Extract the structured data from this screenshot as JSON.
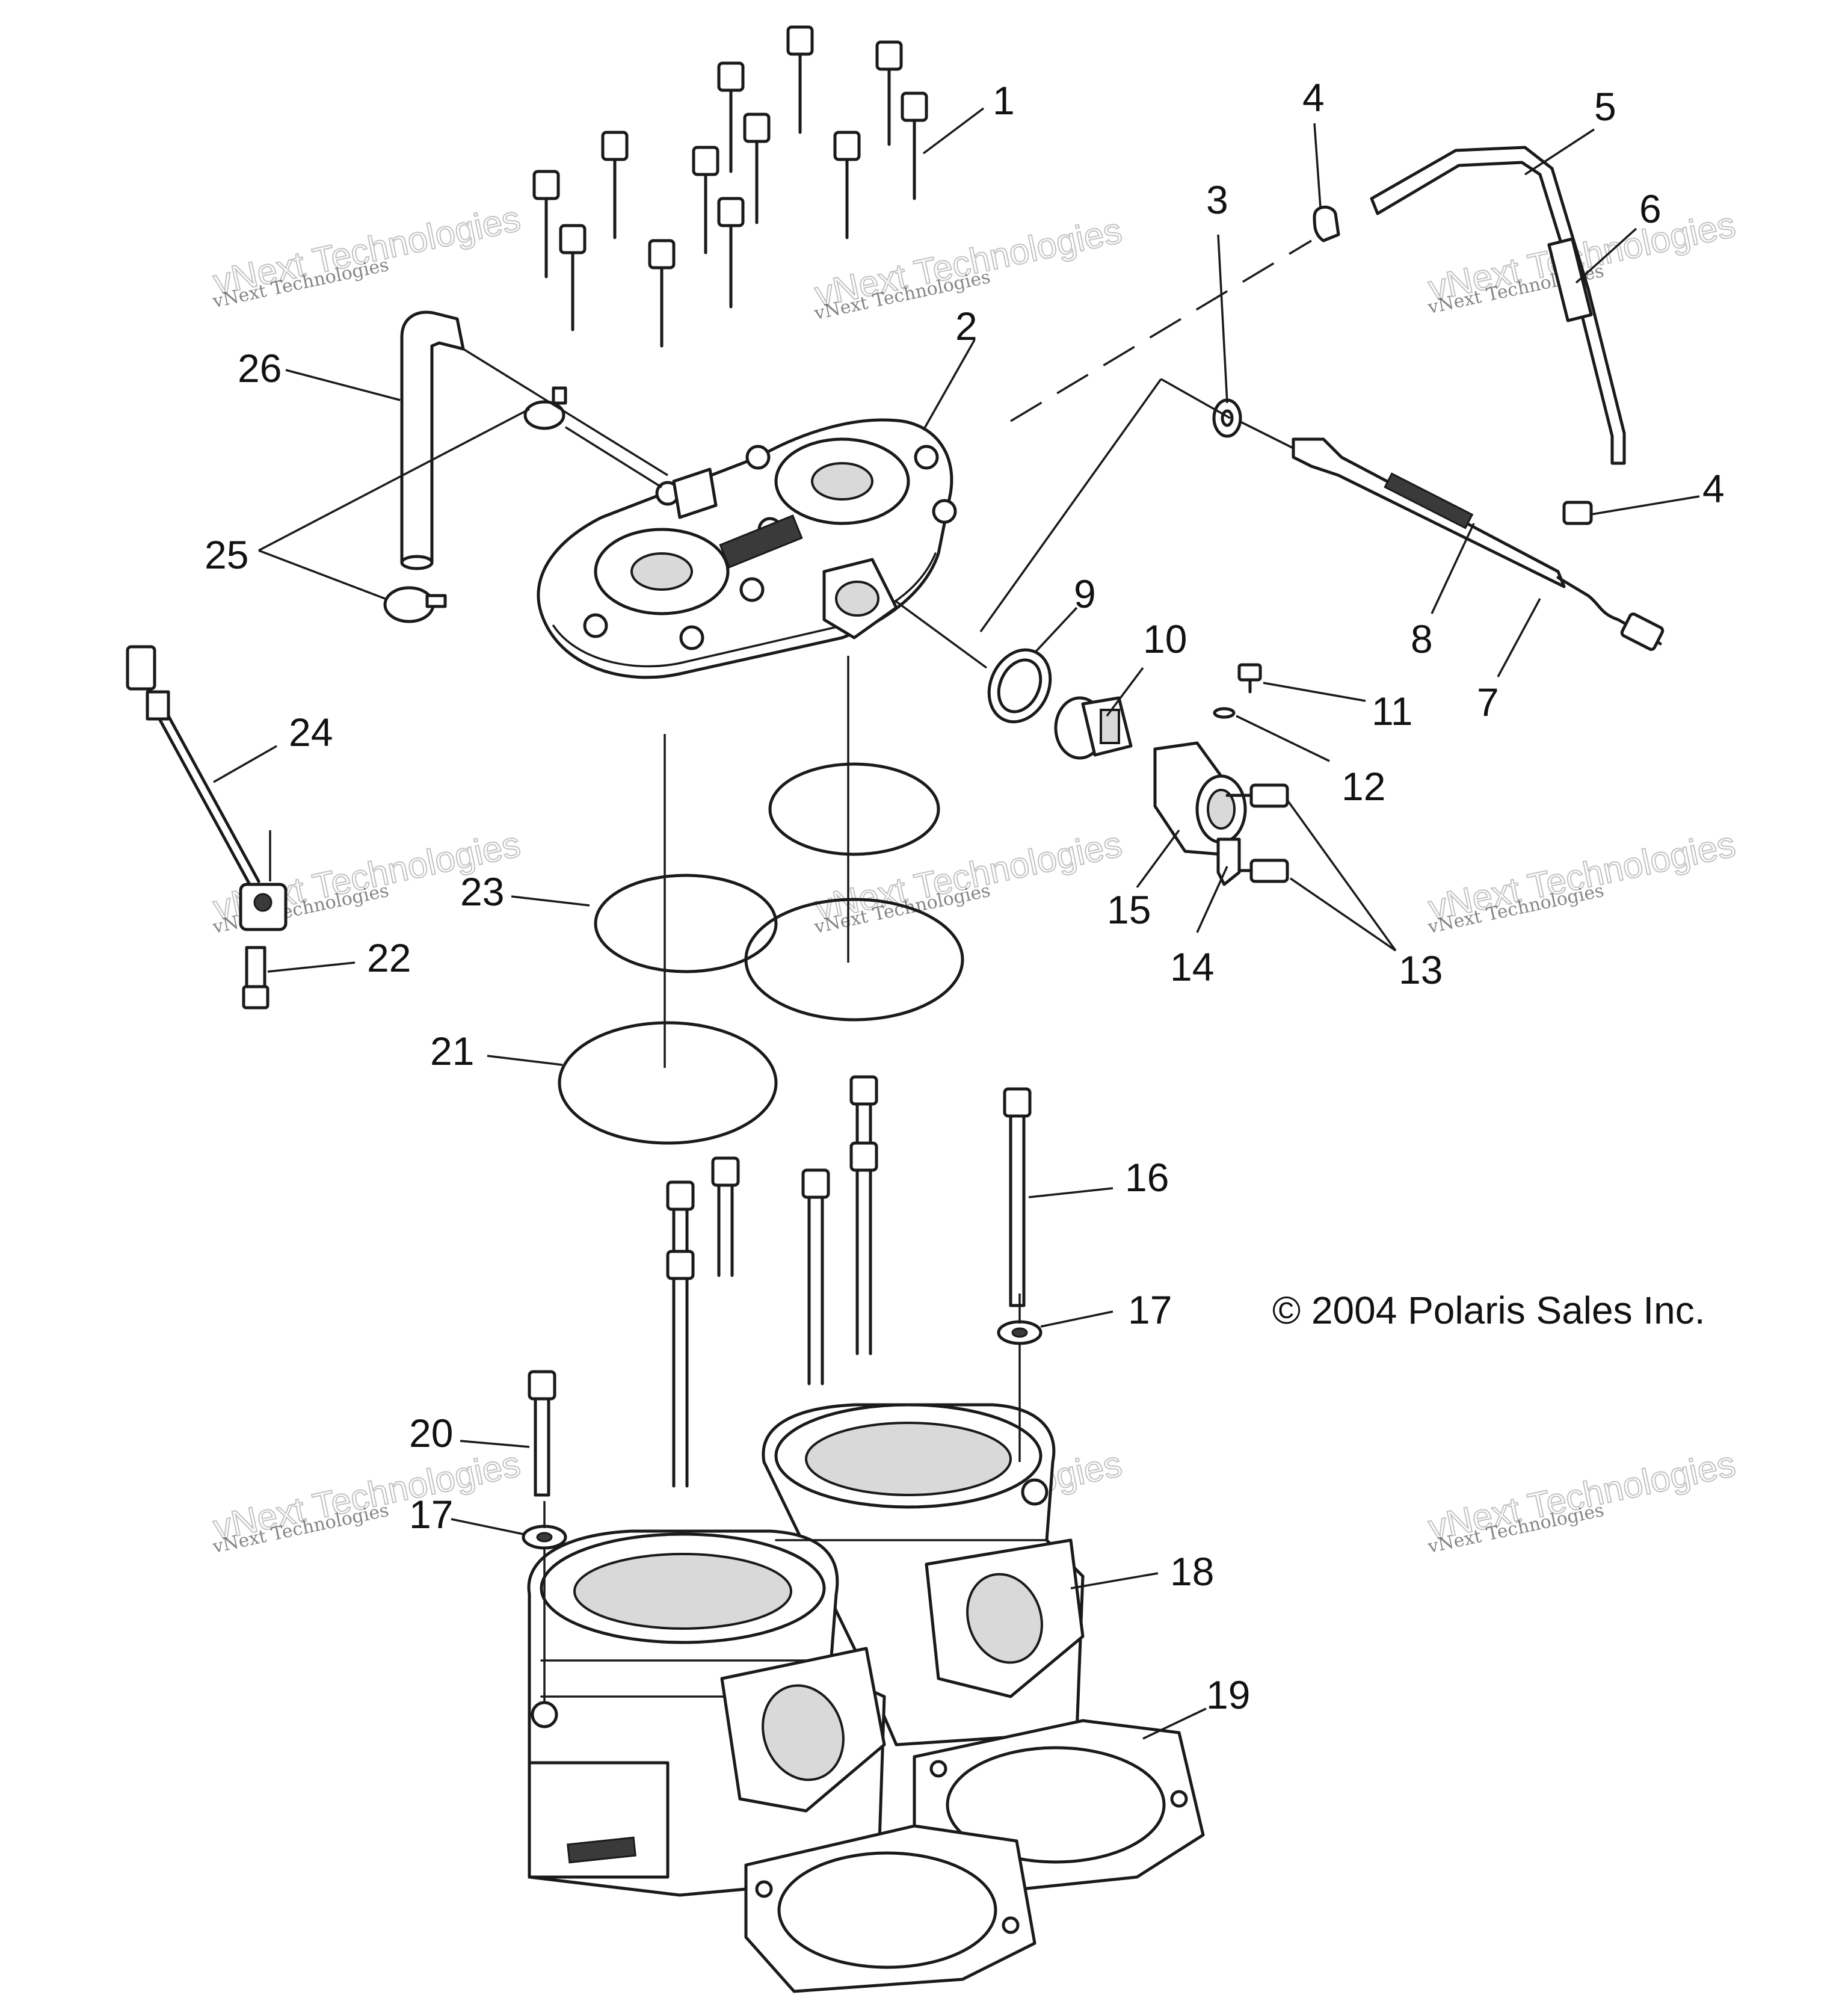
{
  "callouts": {
    "c1": "1",
    "c2": "2",
    "c3": "3",
    "c4a": "4",
    "c4b": "4",
    "c5": "5",
    "c6": "6",
    "c7": "7",
    "c8": "8",
    "c9": "9",
    "c10": "10",
    "c11": "11",
    "c12": "12",
    "c13": "13",
    "c14": "14",
    "c15": "15",
    "c16": "16",
    "c17a": "17",
    "c17b": "17",
    "c18": "18",
    "c19": "19",
    "c20": "20",
    "c21": "21",
    "c22": "22",
    "c23": "23",
    "c24": "24",
    "c25": "25",
    "c26": "26"
  },
  "copyright": "© 2004 Polaris Sales Inc.",
  "watermark": {
    "line1": "vNext Technologies",
    "line2": "vNext Technologies"
  }
}
